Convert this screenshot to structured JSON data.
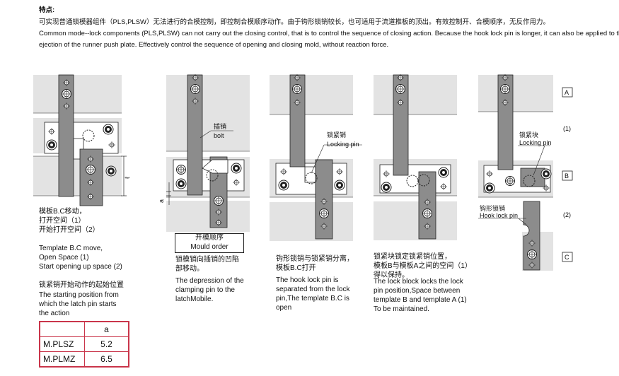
{
  "header": {
    "title": "特点:",
    "cn_desc": "可实现普通锁模器组件（PLS,PLSW）无法进行的合模控制，即控制合模顺序动作。由于钩形锁销较长，也可适用于流道推板的顶出。有效控制开、合模顺序，无反作用力。",
    "en_desc_1": "Common mode--lock components (PLS,PLSW) can not carry out the closing control, that is to control the sequence of closing action. Because the hook lock pin is longer, it can also be applied to the",
    "en_desc_2": "ejection of the runner push plate. Effectively control the sequence of opening and closing mold, without reaction force."
  },
  "diagram_labels": {
    "dim_l": "ℓ",
    "dim_a": "a",
    "bolt_cn": "插销",
    "bolt_en": "bolt",
    "locking_pin_cn_1": "锁紧销",
    "locking_pin_en_1": "Locking pin",
    "locking_pin_cn_2": "锁紧块",
    "locking_pin_en_2": "Locking pin",
    "hook_pin_cn": "钩形锁销",
    "hook_pin_en": "Hook lock pin",
    "plate_a": "A",
    "plate_b": "B",
    "plate_c": "C",
    "step_1": "(1)",
    "step_2": "(2)"
  },
  "mould_order": {
    "cn": "开模顺序",
    "en": "Mould order"
  },
  "captions": {
    "c1": {
      "cn": [
        "模板B.C移动，",
        "打开空间（1）",
        "开始打开空间（2）"
      ],
      "en": [
        "Template B.C move,",
        "Open Space (1)",
        "Start opening up space (2)"
      ],
      "cn2": "锁紧销开始动作的起始位置",
      "en2": [
        "The starting position from",
        "which the latch pin starts",
        "the action"
      ]
    },
    "c2": {
      "cn": [
        "锁模销向插销的凹陷",
        "部移动。"
      ],
      "en": [
        "The depression of the",
        "clamping pin to the",
        "latchMobile."
      ]
    },
    "c3": {
      "cn": [
        "钩形锁销与锁紧销分离，",
        "模板B.C打开"
      ],
      "en": [
        "The hook lock pin is",
        "separated from the lock",
        "pin,The template B.C is",
        "open"
      ]
    },
    "c4": {
      "cn": [
        "锁紧块锁定锁紧销位置，",
        "模板B与模板A之间的空间（1）",
        "得以保持。"
      ],
      "en": [
        "The lock block locks the lock",
        "pin position,Space between",
        "template B and template A (1)",
        "To be maintained."
      ]
    }
  },
  "table": {
    "header": [
      "",
      "a"
    ],
    "rows": [
      [
        "M.PLSZ",
        "5.2"
      ],
      [
        "M.PLMZ",
        "6.5"
      ]
    ],
    "border_color": "#c9354a"
  },
  "colors": {
    "plate": "#e3e3e3",
    "pin": "#8c8c8c",
    "line": "#222222",
    "accent": "#c9354a"
  }
}
